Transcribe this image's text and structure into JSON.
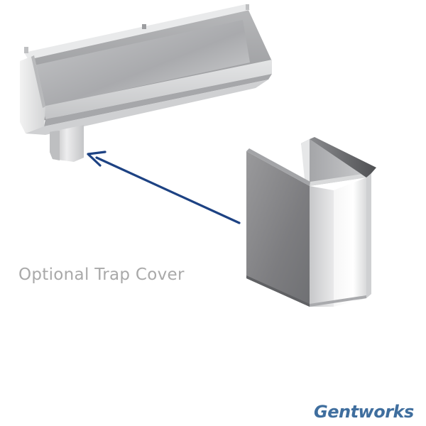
{
  "caption": {
    "text": "Optional Trap Cover"
  },
  "brand": {
    "name": "Gentworks",
    "color": "#3f6e9e"
  },
  "colors": {
    "arrow": "#1d4283",
    "caption": "#a9a9a9",
    "steel_light": "#eceded",
    "steel_mid": "#bcbdbf",
    "steel_dark": "#7c7d80"
  },
  "objects": {
    "trough": "stainless-steel-trough-urinal",
    "trap_cover": "stainless-steel-trap-cover",
    "arrow": "arrow-icon"
  }
}
